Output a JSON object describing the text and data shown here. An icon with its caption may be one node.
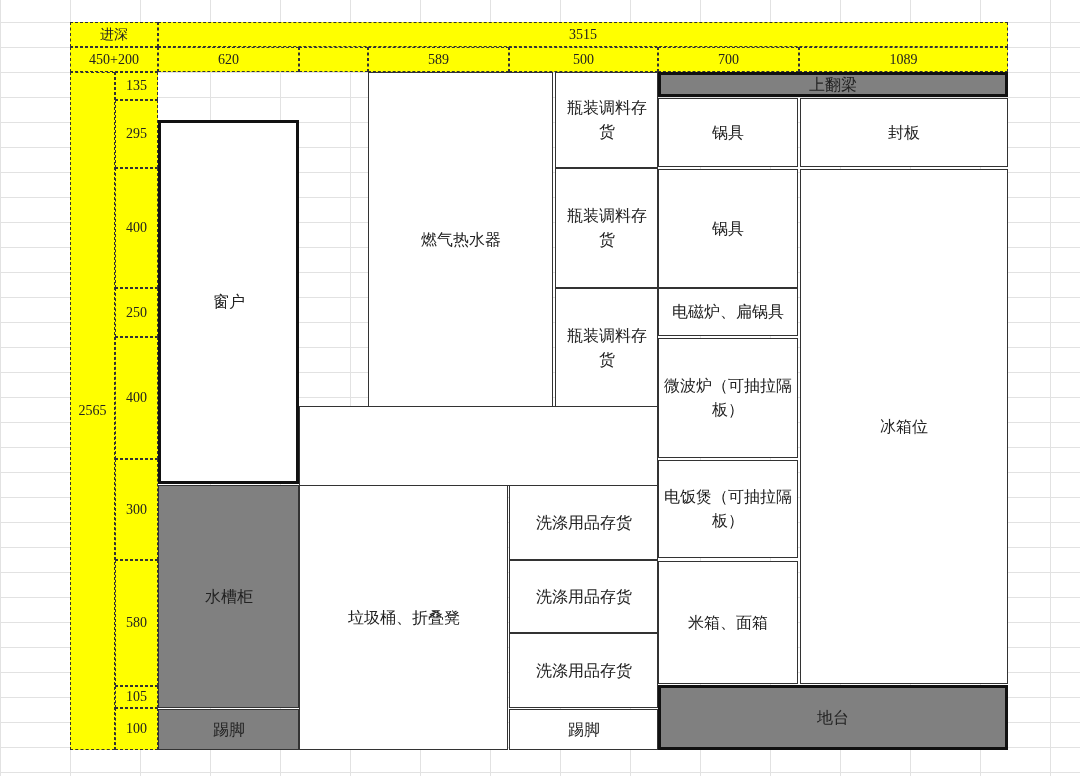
{
  "diagram": {
    "nodes": [
      {
        "text": [
          "上翻梁"
        ]
      },
      {
        "text": [
          "瓶装调料存货"
        ]
      },
      {
        "text": [
          "锅具"
        ]
      },
      {
        "text": [
          "封板"
        ]
      },
      {
        "text": [
          "窗户"
        ]
      },
      {
        "text": [
          "燃气热水器"
        ]
      },
      {
        "text": [
          "瓶装调料存货"
        ]
      },
      {
        "text": [
          "锅具"
        ]
      },
      {
        "text": [
          "瓶装调料存货"
        ]
      },
      {
        "text": [
          "电磁炉、扁锅具"
        ]
      },
      {
        "text": [
          "微波炉（可抽拉隔板）"
        ]
      },
      {
        "text": [
          "冰箱位"
        ]
      },
      {
        "text": [
          "电饭煲（可抽拉隔板）"
        ]
      },
      {
        "text": [
          "水槽柜"
        ]
      },
      {
        "text": [
          "洗涤用品存货"
        ]
      },
      {
        "text": [
          "垃圾桶、折叠凳"
        ]
      },
      {
        "text": [
          "洗涤用品存货"
        ]
      },
      {
        "text": [
          "米箱、面箱"
        ]
      },
      {
        "text": [
          "洗涤用品存货"
        ]
      },
      {
        "text": [
          "踢脚"
        ]
      },
      {
        "text": [
          "踢脚"
        ]
      },
      {
        "text": [
          "地台"
        ]
      },
      {
        "text": [],
        "shape": "box"
      }
    ],
    "labels": [
      "进深",
      "3515",
      "450+200",
      "620",
      "589",
      "500",
      "700",
      "1089",
      "2565",
      "135",
      "295",
      "400",
      "250",
      "400",
      "300",
      "580",
      "105",
      "100"
    ]
  }
}
